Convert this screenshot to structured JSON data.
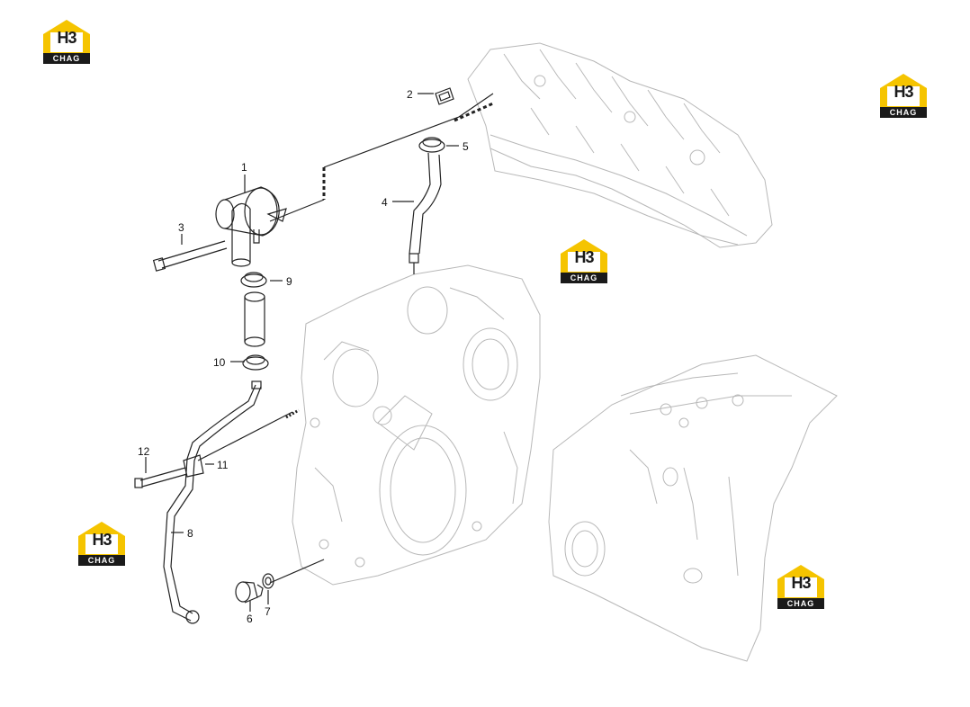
{
  "brand": {
    "logo_letters": "H3",
    "logo_caption": "CHAG",
    "accent": "#f5c400",
    "dark": "#1a1a1a"
  },
  "callouts": {
    "c1": "1",
    "c2": "2",
    "c3": "3",
    "c4": "4",
    "c5": "5",
    "c6": "6",
    "c7": "7",
    "c8": "8",
    "c9": "9",
    "c10": "10",
    "c11": "11",
    "c12": "12"
  }
}
